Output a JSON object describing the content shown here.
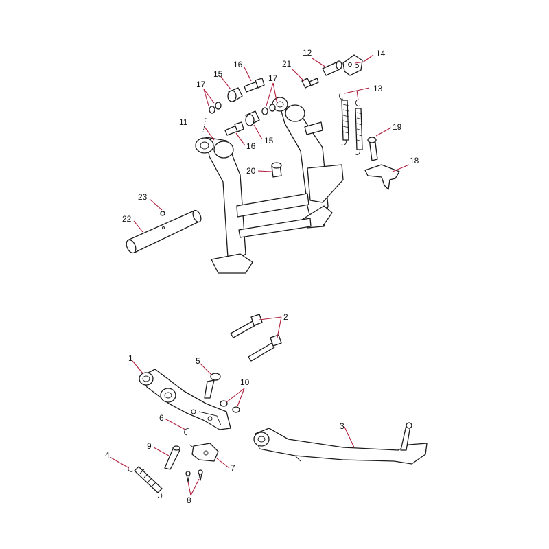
{
  "colors": {
    "background": "#ffffff",
    "linework": "#1a1a1a",
    "leader_lines": "#b01c3a",
    "callout_text": "#111111"
  },
  "callouts": {
    "c1": "1",
    "c2": "2",
    "c3": "3",
    "c4": "4",
    "c5": "5",
    "c6": "6",
    "c7": "7",
    "c8": "8",
    "c9": "9",
    "c10": "10",
    "c11": "11",
    "c12": "12",
    "c13": "13",
    "c14": "14",
    "c15a": "15",
    "c15b": "15",
    "c16a": "16",
    "c16b": "16",
    "c17a": "17",
    "c17b": "17",
    "c18": "18",
    "c19": "19",
    "c20": "20",
    "c21": "21",
    "c22": "22",
    "c23": "23"
  }
}
